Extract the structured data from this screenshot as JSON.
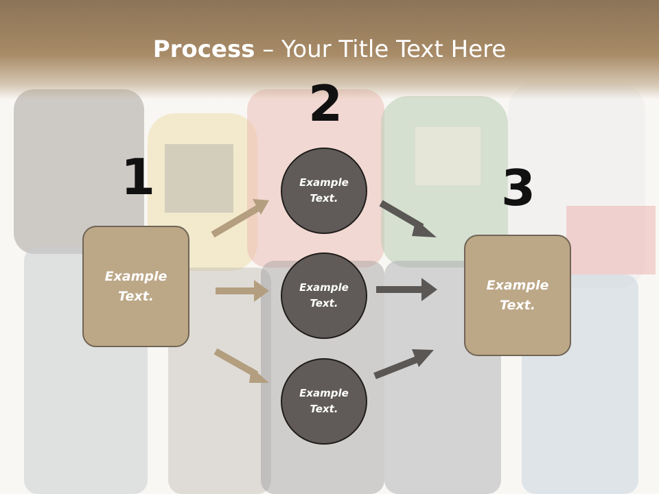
{
  "title": {
    "bold": "Process",
    "rest": " – Your Title Text Here"
  },
  "numbers": [
    "1",
    "2",
    "3"
  ],
  "left_box": {
    "text": "Example\nText."
  },
  "right_box": {
    "text": "Example\nText."
  },
  "circles": [
    {
      "text": "Example\nText."
    },
    {
      "text": "Example\nText."
    },
    {
      "text": "Example\nText."
    }
  ],
  "colors": {
    "box": "#bca787",
    "circle": "#605b58",
    "arrow_tan": "#b39e7f",
    "arrow_gray": "#5a5755",
    "title_band": "#a88b67"
  }
}
